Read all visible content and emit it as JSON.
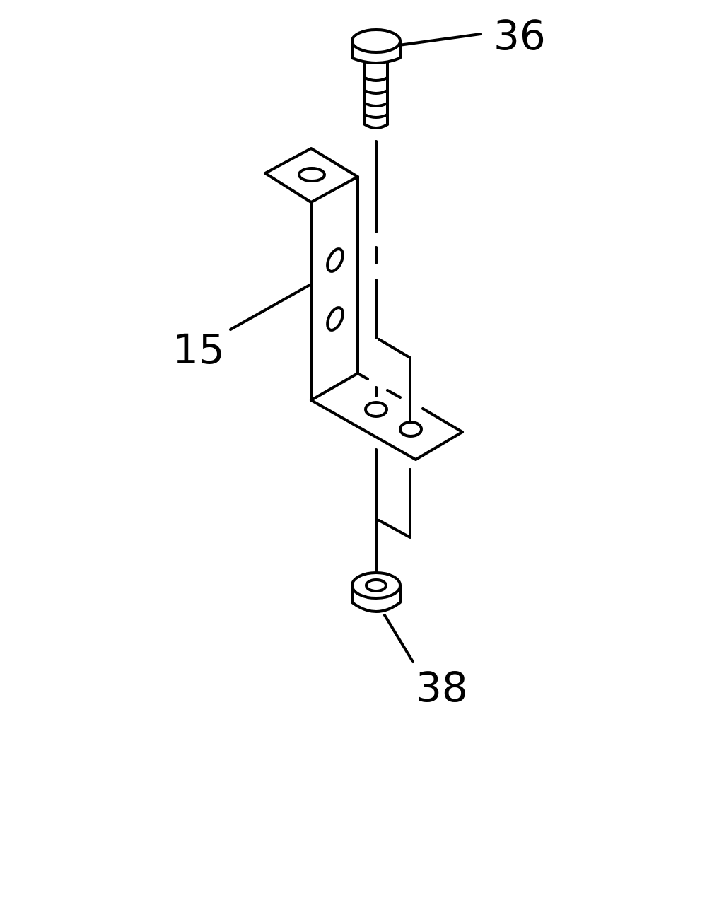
{
  "diagram": {
    "callouts": {
      "bolt": {
        "number": "36"
      },
      "bracket": {
        "number": "15"
      },
      "nut": {
        "number": "38"
      }
    }
  }
}
